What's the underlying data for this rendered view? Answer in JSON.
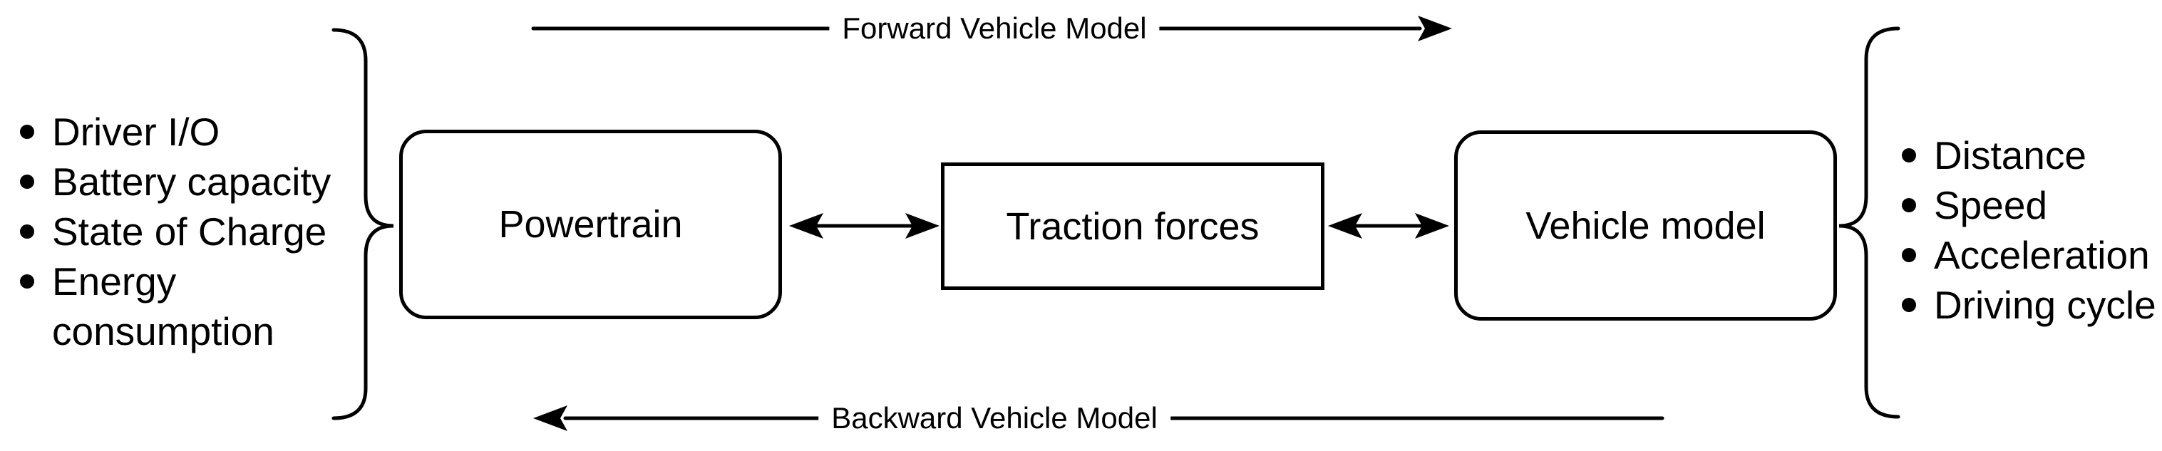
{
  "title": "Forward and Backward Vehicle Model diagram",
  "colors": {
    "background": "#ffffff",
    "stroke": "#000000",
    "text": "#000000"
  },
  "arrows": {
    "forward": {
      "label": "Forward Vehicle Model",
      "direction": "right"
    },
    "backward": {
      "label": "Backward Vehicle Model",
      "direction": "left"
    },
    "coupling_style": "double-headed"
  },
  "boxes": {
    "powertrain": {
      "label": "Powertrain",
      "shape": "rounded"
    },
    "traction": {
      "label": "Traction forces",
      "shape": "rectangle"
    },
    "vehicle": {
      "label": "Vehicle model",
      "shape": "rounded"
    }
  },
  "inputs": {
    "items": [
      "Driver I/O",
      "Battery capacity",
      "State of Charge",
      "Energy consumption"
    ]
  },
  "outputs": {
    "items": [
      "Distance",
      "Speed",
      "Acceleration",
      "Driving cycle"
    ]
  }
}
